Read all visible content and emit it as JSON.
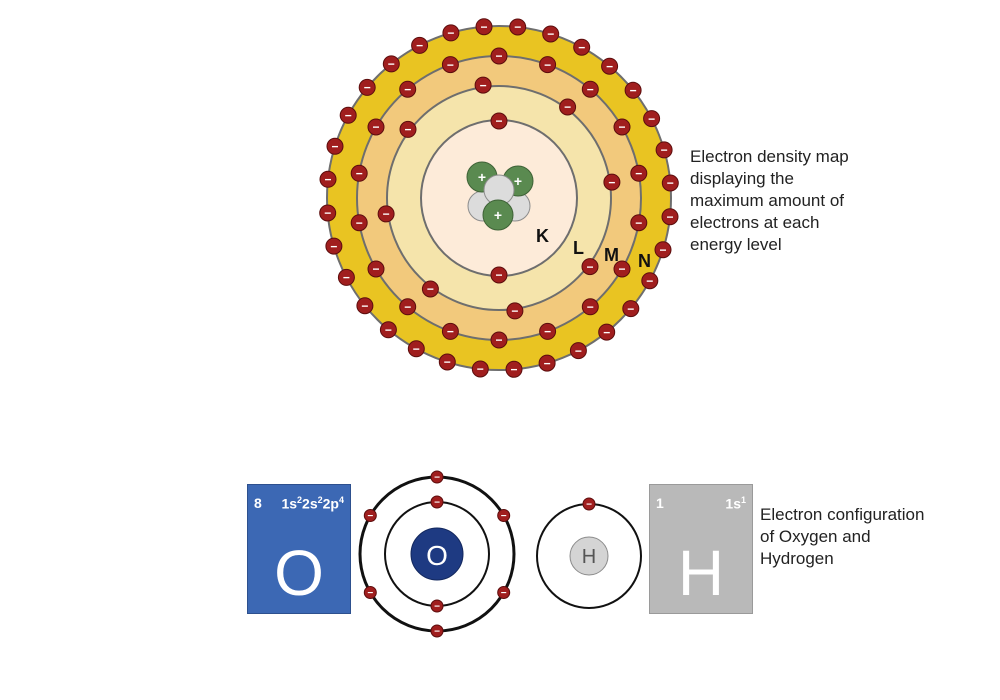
{
  "density_map": {
    "caption": "Electron density map\ndisplaying the\nmaximum amount of\nelectrons at each\nenergy level",
    "shell_labels": [
      "K",
      "L",
      "M",
      "N"
    ],
    "shell_electrons": [
      2,
      8,
      18,
      32
    ],
    "electron_sign": "−",
    "proton_sign": "+",
    "colors": {
      "electron": "#a01e1e",
      "proton": "#5a8a50",
      "neutron": "#dcdcdc",
      "shell_k": "#fdebd9",
      "shell_l": "#f5e4ab",
      "shell_m": "#f2c97c",
      "shell_n": "#e9c422",
      "ring": "#6e6e6e"
    }
  },
  "configuration": {
    "caption": "Electron configuration\nof Oxygen and\nHydrogen",
    "oxygen": {
      "atomic_number": "8",
      "config_parts": [
        [
          "1s",
          "2"
        ],
        [
          "2s",
          "2"
        ],
        [
          "2p",
          "4"
        ]
      ],
      "symbol": "O",
      "shell_electrons": [
        2,
        6
      ],
      "nucleus_color": "#1e3a82",
      "tile_color": "#3c68b4"
    },
    "hydrogen": {
      "atomic_number": "1",
      "config_parts": [
        [
          "1s",
          "1"
        ]
      ],
      "symbol": "H",
      "shell_electrons": [
        1
      ],
      "nucleus_color": "#d4d4d4",
      "tile_color": "#b9b9b9"
    }
  }
}
